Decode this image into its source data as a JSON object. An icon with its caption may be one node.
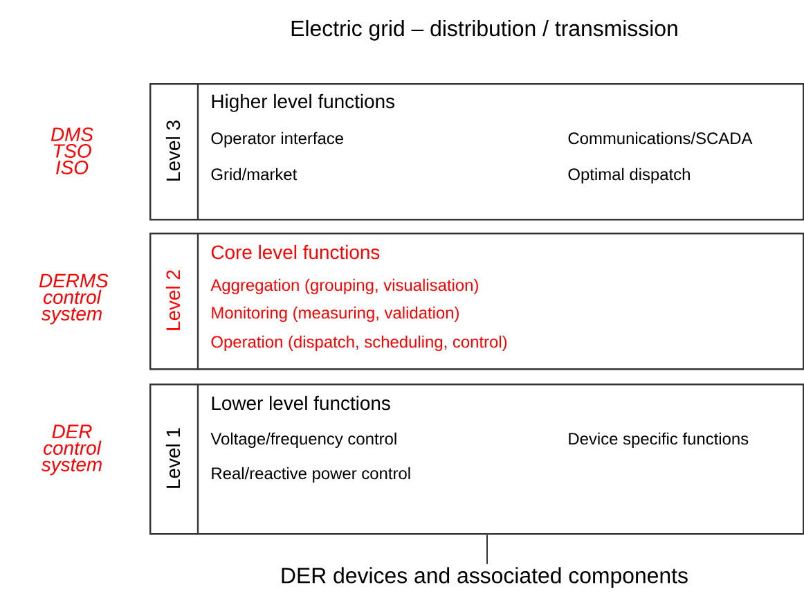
{
  "diagram": {
    "title": "Electric grid – distribution / transmission",
    "nodes": [
      {
        "text": [
          "Level 3",
          "Higher level functions",
          "Operator interface",
          "Communications/SCADA",
          "Grid/market",
          "Optimal dispatch"
        ],
        "beside": [
          "DMS TSO ISO"
        ]
      },
      {
        "text": [
          "Level 2",
          "Core level functions",
          "Aggregation (grouping, visualisation)",
          "Monitoring (measuring, validation)",
          "Operation (dispatch, scheduling, control)"
        ],
        "beside": [
          "DERMS control system"
        ]
      },
      {
        "text": [
          "Level 1",
          "Lower level functions",
          "Voltage/frequency control",
          "Device specific functions",
          "Real/reactive power control"
        ],
        "beside": [
          "DER control system"
        ]
      },
      {
        "text": [
          "DER devices and associated components"
        ]
      }
    ],
    "edges": [
      {
        "from": 2,
        "to": 3,
        "arrow": "none"
      }
    ]
  }
}
